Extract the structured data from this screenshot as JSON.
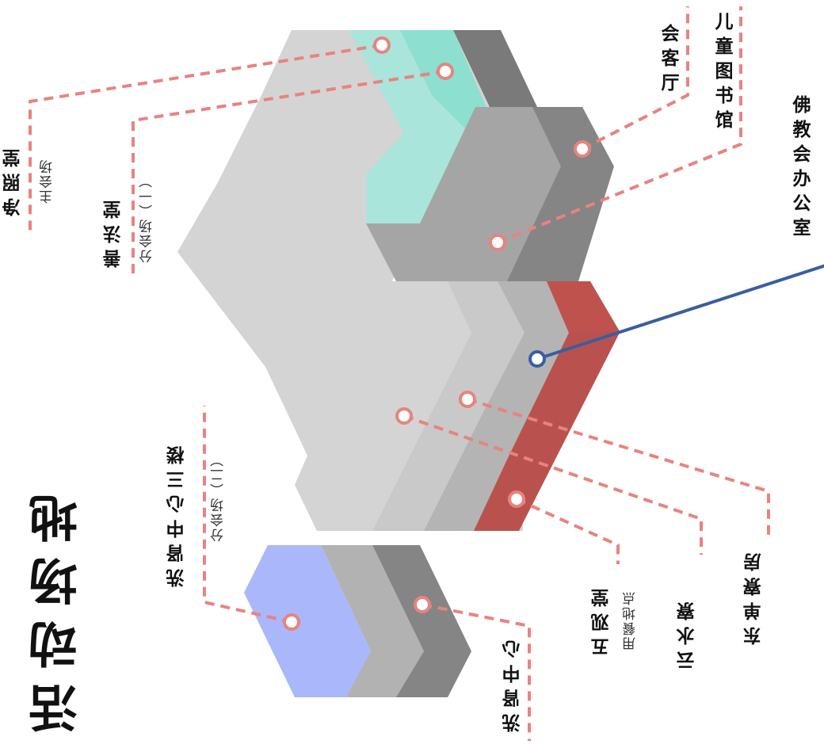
{
  "title": "活动场地",
  "venues": {
    "jingzhao": {
      "name": "净照堂",
      "sub": "主会场"
    },
    "shanfa": {
      "name": "善法堂",
      "sub": "分会场（一）"
    },
    "xixian3": {
      "name": "洗肾中心三楼",
      "sub": "分会场（二）"
    },
    "xixian": {
      "name": "洗肾中心"
    },
    "wuguan": {
      "name": "五观堂",
      "sub": "用餐地点"
    },
    "yunshui": {
      "name": "云水寮"
    },
    "dongcao": {
      "name": "东单寮房"
    },
    "huike": {
      "name": "会客厅"
    },
    "ertong": {
      "name": "儿童图书馆"
    },
    "fojiao": {
      "name": "佛教会办公室"
    }
  },
  "colors": {
    "leader": "#e8837f",
    "highlight_line": "#3a5ea0",
    "teal": "#8ddfcf",
    "red": "#b9524e",
    "blue": "#aab7fb",
    "light": "#d4d4d4",
    "mid": "#bdbdbd",
    "dark": "#8c8c8c"
  }
}
